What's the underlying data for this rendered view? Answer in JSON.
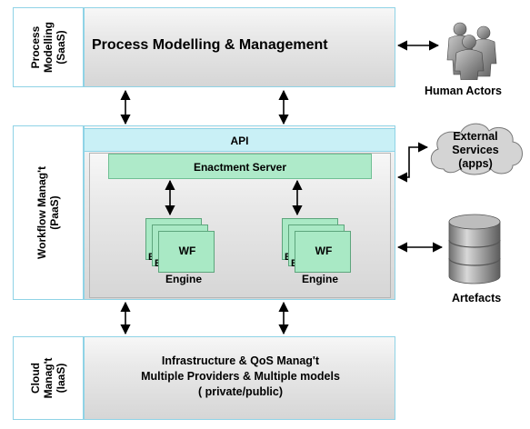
{
  "layers": {
    "process": {
      "side_line1": "Process",
      "side_line2": "Modelling",
      "side_line3": "(SaaS)",
      "title": "Process Modelling & Management"
    },
    "workflow": {
      "side_line1": "Workflow Manag't",
      "side_line2": "(PaaS)",
      "api_label": "API",
      "enactment_label": "Enactment Server",
      "engines": [
        {
          "wf_label": "WF",
          "engine_label": "Engine",
          "peek_e1": "E",
          "peek_e2": "E"
        },
        {
          "wf_label": "WF",
          "engine_label": "Engine",
          "peek_e1": "E",
          "peek_e2": "E"
        }
      ]
    },
    "cloud": {
      "side_line1": "Cloud",
      "side_line2": "Manag't",
      "side_line3": "(IaaS)",
      "line1": "Infrastructure & QoS Manag't",
      "line2": "Multiple Providers & Multiple models",
      "line3": "( private/public)"
    }
  },
  "external": {
    "human_actors": "Human Actors",
    "services_line1": "External",
    "services_line2": "Services",
    "services_line3": "(apps)",
    "artefacts": "Artefacts"
  },
  "icons": [
    "human-actors-icon",
    "cloud-icon",
    "database-icon"
  ],
  "colors": {
    "border": "#8fd3e6",
    "engine": "#aeeac9",
    "api": "#c9f0f6"
  }
}
